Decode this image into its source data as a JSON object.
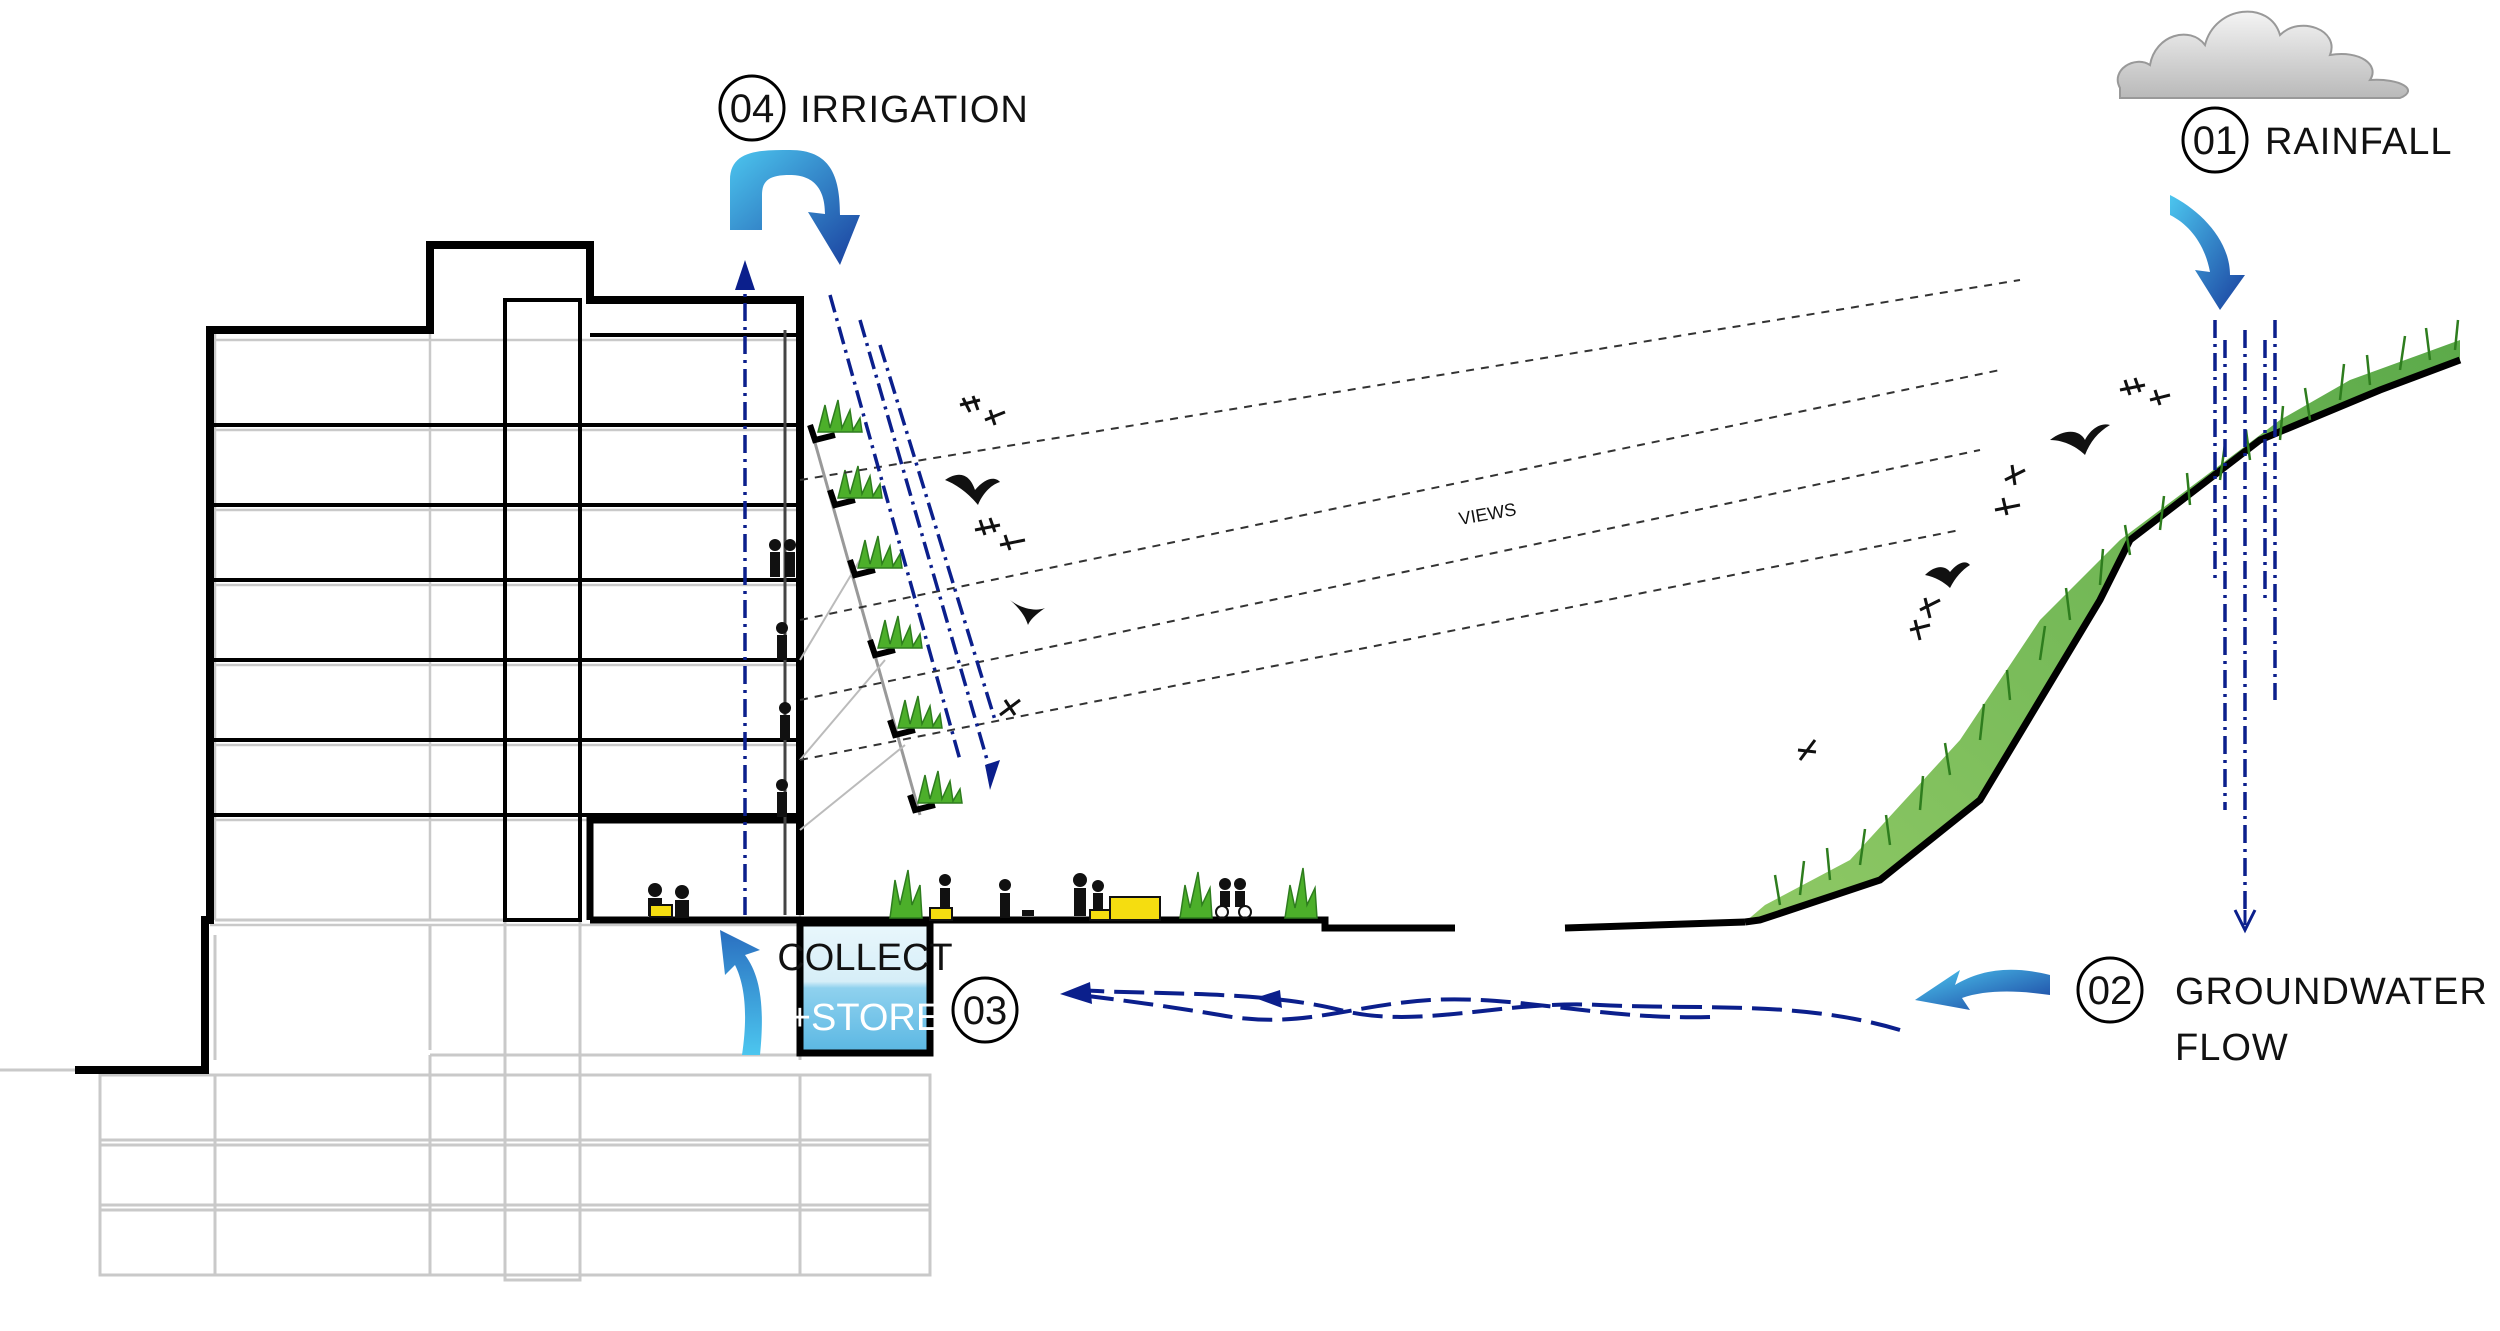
{
  "steps": {
    "rainfall": {
      "number": "01",
      "label": "RAINFALL"
    },
    "groundwater": {
      "number": "02",
      "label_line1": "GROUNDWATER",
      "label_line2": "FLOW"
    },
    "collect": {
      "number": "03"
    },
    "irrigation": {
      "number": "04",
      "label": "IRRIGATION"
    }
  },
  "storage": {
    "line1": "COLLECT",
    "line2": "+STORE"
  },
  "views_label": "VIEWS",
  "colors": {
    "flow_arrow_dark": "#0b1f8c",
    "arrow_gradient_light": "#39b8e6",
    "arrow_gradient_dark": "#1a4fa8",
    "grass": "#4caf2a",
    "grass_dark": "#2e7d1e",
    "building_line": "#000000",
    "light_structure": "#c9c9c9",
    "bench_yellow": "#f5dd10",
    "store_fill_top": "#dff3fb",
    "store_fill_bottom": "#6bc2e8"
  },
  "icons": [
    "cloud-icon",
    "bird-icon",
    "dragonfly-icon",
    "person-icon",
    "tree-icon"
  ]
}
